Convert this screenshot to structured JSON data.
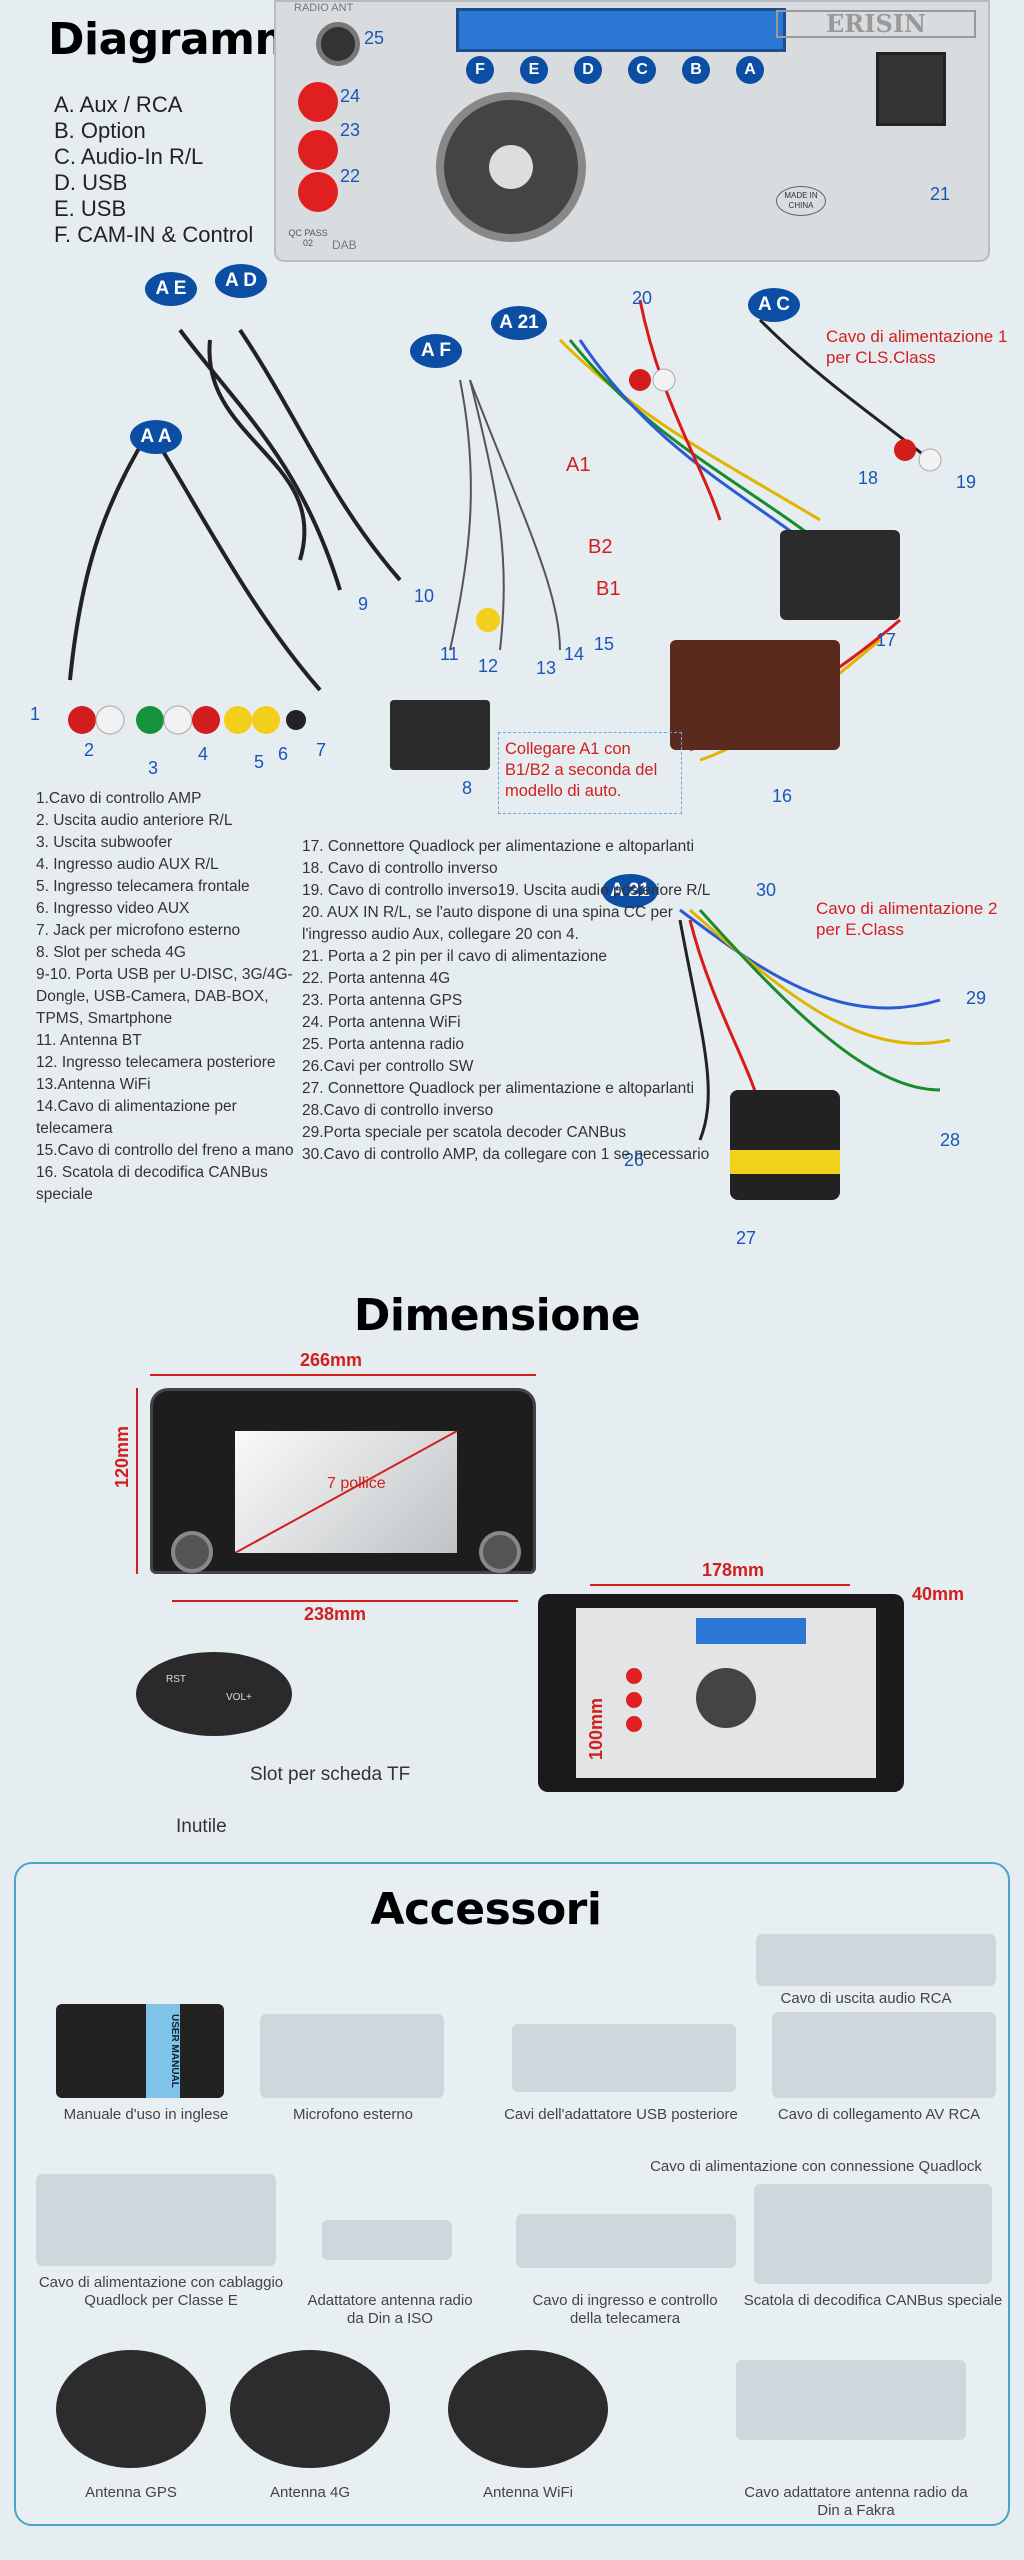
{
  "diagram": {
    "title": "Diagramma",
    "unit_labels": {
      "radio_ant": "RADIO ANT",
      "brand": "ERISIN",
      "made_in": "MADE IN CHINA",
      "qc": "QC PASS 02",
      "dab": "DAB",
      "port_numbers": [
        "25",
        "24",
        "23",
        "22",
        "21"
      ],
      "connector_letters": [
        "F",
        "E",
        "D",
        "C",
        "B",
        "A"
      ]
    },
    "legend": [
      "A. Aux / RCA",
      "B. Option",
      "C. Audio-In R/L",
      "D. USB",
      "E. USB",
      "F. CAM-IN & Control"
    ],
    "badges": [
      "A E",
      "A D",
      "A F",
      "A 21",
      "A C",
      "A A",
      "A 21"
    ],
    "cable_numbers": [
      "1",
      "2",
      "3",
      "4",
      "5",
      "6",
      "7",
      "8",
      "9",
      "10",
      "11",
      "12",
      "13",
      "14",
      "15",
      "16",
      "17",
      "18",
      "19",
      "20",
      "26",
      "27",
      "28",
      "29",
      "30"
    ],
    "b_labels": [
      "A1",
      "B2",
      "B1"
    ],
    "power_note_1": "Cavo di alimentazione 1 per CLS.Class",
    "power_note_2": "Cavo di alimentazione 2 per E.Class",
    "connect_note": "Collegare A1 con B1/B2 a seconda del modello di auto.",
    "list_left": [
      "1.Cavo di controllo AMP",
      "2. Uscita audio anteriore R/L",
      "3. Uscita subwoofer",
      "4. Ingresso audio AUX R/L",
      "5. Ingresso telecamera frontale",
      "6. Ingresso video AUX",
      "7. Jack per microfono esterno",
      "8. Slot per scheda 4G",
      "9-10. Porta USB per U-DISC, 3G/4G-Dongle, USB-Camera, DAB-BOX, TPMS, Smartphone",
      "11. Antenna BT",
      "12. Ingresso telecamera posteriore",
      "13.Antenna WiFi",
      "14.Cavo di alimentazione per telecamera",
      "15.Cavo di controllo del freno a mano",
      "16. Scatola di decodifica CANBus speciale"
    ],
    "list_right": [
      "17. Connettore Quadlock per alimentazione e altoparlanti",
      "18. Cavo di controllo inverso",
      "19. Cavo di controllo inverso19. Uscita audio posteriore R/L",
      "20. AUX IN R/L, se l'auto dispone di una spina CC per l'ingresso audio Aux, collegare 20 con 4.",
      "21. Porta a 2 pin per il cavo di alimentazione",
      "22. Porta antenna 4G",
      "23. Porta antenna GPS",
      "24. Porta antenna WiFi",
      "25. Porta antenna radio",
      "26.Cavi per controllo SW",
      "27. Connettore Quadlock per alimentazione e altoparlanti",
      "28.Cavo di controllo inverso",
      "29.Porta speciale per scatola decoder CANBus",
      "30.Cavo di controllo AMP, da collegare con 1 se necessario"
    ]
  },
  "dimension": {
    "title": "Dimensione",
    "width_top": "266mm",
    "height": "120mm",
    "width_bottom": "238mm",
    "screen": "7 pollice",
    "depth_width": "178mm",
    "depth": "40mm",
    "depth_height": "100mm",
    "tf_slot": "Slot per scheda TF",
    "unused": "Inutile",
    "knob_labels": [
      "RST",
      "VOL+"
    ]
  },
  "accessories": {
    "title": "Accessori",
    "manual_label": "USER MANUAL",
    "items": [
      "Cavo di uscita audio RCA",
      "Manuale d'uso in inglese",
      "Microfono esterno",
      "Cavi dell'adattatore USB posteriore",
      "Cavo di collegamento AV RCA",
      "Cavo di alimentazione con connessione Quadlock",
      "Cavo di alimentazione con cablaggio Quadlock per Classe E",
      "Adattatore antenna radio da Din a ISO",
      "Cavo di ingresso e controllo della telecamera",
      "Scatola di decodifica CANBus speciale",
      "Antenna GPS",
      "Antenna 4G",
      "Antenna WiFi",
      "Cavo adattatore antenna radio da Din a Fakra"
    ]
  },
  "colors": {
    "background": "#e6edf0",
    "badge": "#0b4ea3",
    "note_red": "#d11f1f",
    "number_blue": "#1a55b8",
    "panel_border": "#4aa3c9"
  }
}
